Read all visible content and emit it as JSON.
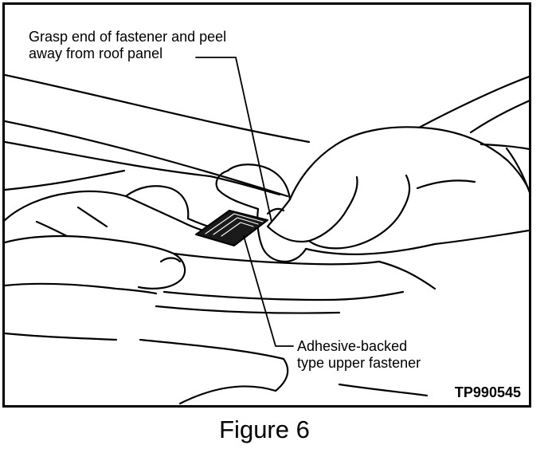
{
  "figure": {
    "callout_grasp": "Grasp end of fastener and peel\naway from roof panel",
    "callout_adhesive": "Adhesive-backed\ntype upper fastener",
    "drawing_code": "TP990545",
    "caption": "Figure 6"
  },
  "colors": {
    "ink": "#000000",
    "paper": "#ffffff",
    "fastener": "#1a1a1a"
  }
}
